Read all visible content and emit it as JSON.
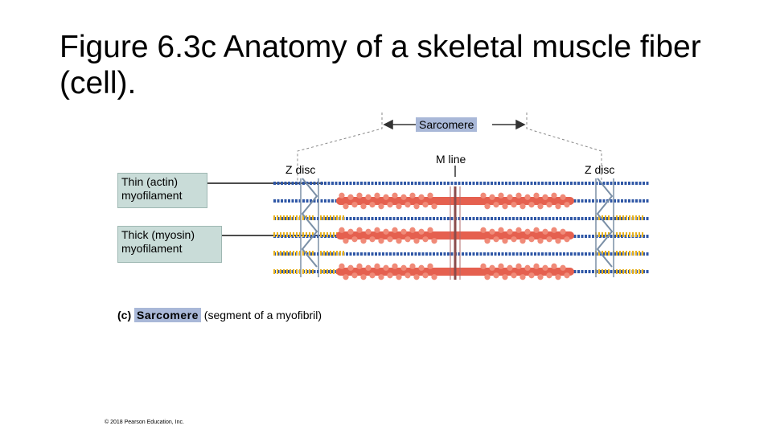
{
  "title": "Figure 6.3c Anatomy of a skeletal muscle fiber (cell).",
  "labels": {
    "sarcomere": "Sarcomere",
    "m_line": "M line",
    "z_disc_left": "Z disc",
    "z_disc_right": "Z disc",
    "thin": "Thin (actin)\nmyofilament",
    "thick": "Thick (myosin)\nmyofilament"
  },
  "caption": {
    "letter": "(c)",
    "term": "Sarcomere",
    "rest": "(segment of a myofibril)"
  },
  "copyright": "© 2018 Pearson Education, Inc.",
  "colors": {
    "actin": "#2f57a6",
    "myosin": "#e5604f",
    "myosin_head": "#f08a78",
    "z_disc": "#7a8fa6",
    "titin": "#e8b21e",
    "label_box": "#c9dcd8",
    "sarcomere_box": "#a9b8d8"
  }
}
